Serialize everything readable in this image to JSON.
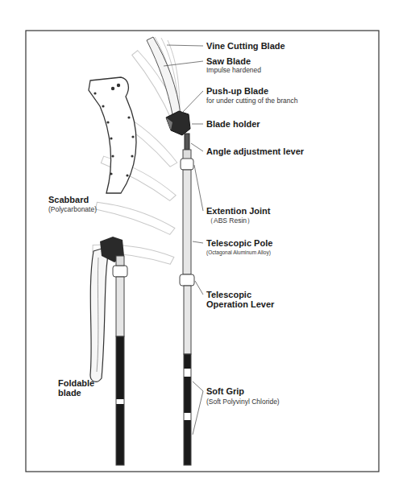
{
  "diagram": {
    "labels": [
      "Vine Cutting Blade",
      "Saw Blade",
      "Impulse hardened",
      "Push-up Blade",
      "for under cutting of the branch",
      "Blade holder",
      "Angle adjustment lever",
      "Scabbard",
      "(Polycarbonate)",
      "Extention Joint",
      "（ABS Resin）",
      "Telescopic Pole",
      "(Octagonal Aluminum Alloy)",
      "Telescopic Operation Lever",
      "Soft Grip",
      "(Soft Polyvinyl Chloride)",
      "Foldable blade"
    ]
  }
}
